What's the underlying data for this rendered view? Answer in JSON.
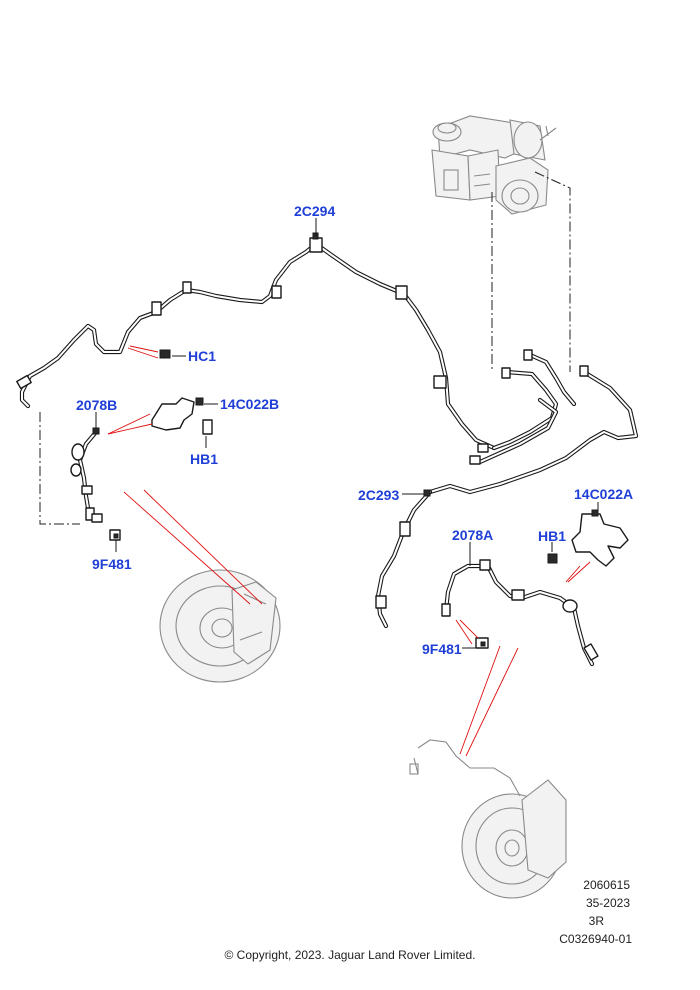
{
  "callouts": {
    "c2c294": "2C294",
    "chc1": "HC1",
    "c2078b": "2078B",
    "c14c022b": "14C022B",
    "chb1_left": "HB1",
    "c9f481_left": "9F481",
    "c2c293": "2C293",
    "c14c022a": "14C022A",
    "c2078a": "2078A",
    "chb1_right": "HB1",
    "c9f481_right": "9F481"
  },
  "reference": {
    "line1": "2060615",
    "line2": "35-2023",
    "line3": "3R",
    "line4": "C0326940-01"
  },
  "copyright": "© Copyright, 2023. Jaguar Land Rover Limited.",
  "colors": {
    "callout_text": "#1f3fd6",
    "leader_lines": "#e01010",
    "ghosted_parts": "#8a8a8a"
  }
}
